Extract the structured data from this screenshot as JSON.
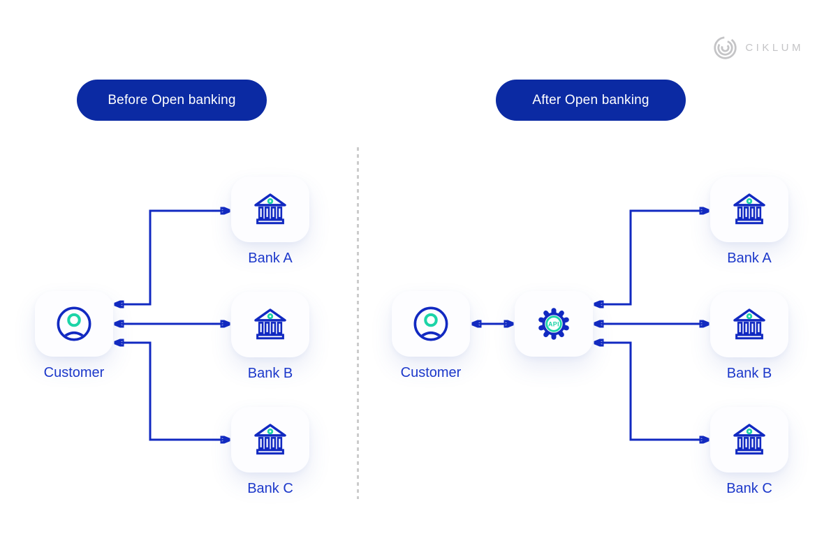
{
  "brand": {
    "name": "CIKLUM"
  },
  "colors": {
    "pill_blue": "#0B2AA3",
    "diagram_blue": "#1129C1",
    "label_blue": "#1C38CA",
    "accent_teal": "#1CD4A7",
    "card_background": "#FDFDFF",
    "divider_gray": "#CCCCCC",
    "logo_gray": "#C4C4C6"
  },
  "before_panel": {
    "title": "Before Open banking",
    "customer": {
      "label": "Customer"
    },
    "banks": [
      {
        "label": "Bank A"
      },
      {
        "label": "Bank B"
      },
      {
        "label": "Bank C"
      }
    ]
  },
  "after_panel": {
    "title": "After Open banking",
    "customer": {
      "label": "Customer"
    },
    "api": {
      "label": "API"
    },
    "banks": [
      {
        "label": "Bank A"
      },
      {
        "label": "Bank B"
      },
      {
        "label": "Bank C"
      }
    ]
  }
}
